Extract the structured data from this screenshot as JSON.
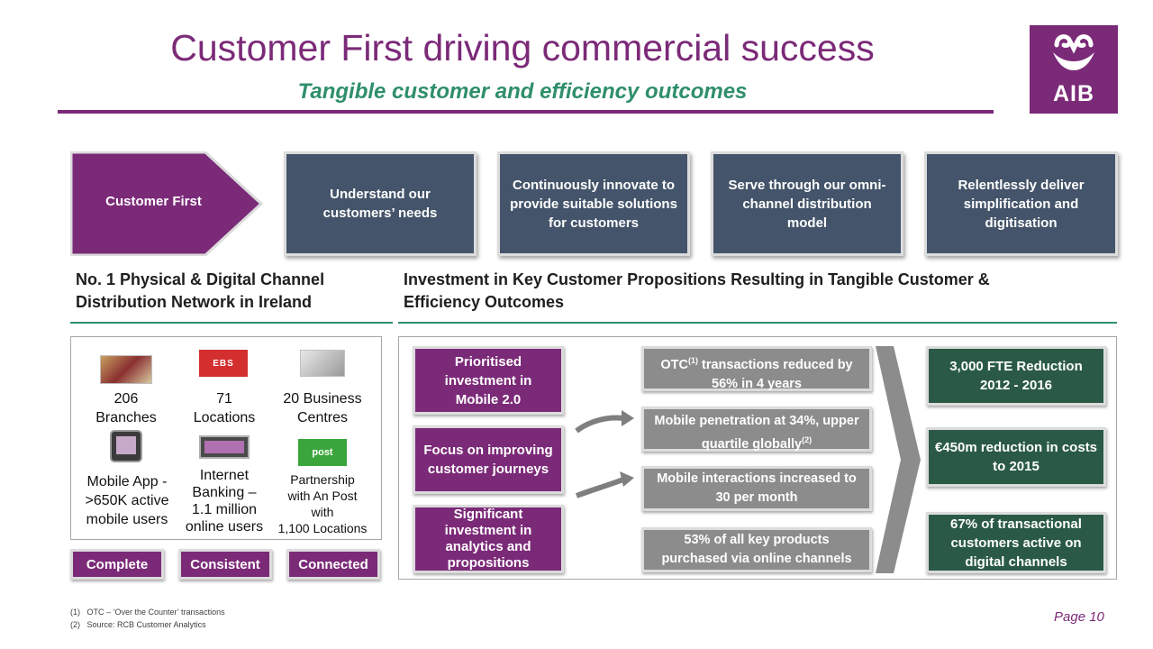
{
  "header": {
    "title": "Customer First driving commercial success",
    "subtitle": "Tangible customer and efficiency outcomes",
    "logo_text": "AIB"
  },
  "steps": [
    {
      "label": "Customer First"
    },
    {
      "label": "Understand our customers’ needs"
    },
    {
      "label": "Continuously innovate to provide suitable solutions for customers"
    },
    {
      "label": "Serve through our omni-channel distribution model"
    },
    {
      "label": "Relentlessly deliver simplification and digitisation"
    }
  ],
  "left_section": {
    "heading_line1": "No. 1 Physical & Digital Channel",
    "heading_line2": "Distribution Network in Ireland",
    "channels": [
      {
        "line1": "206",
        "line2": "Branches"
      },
      {
        "line1": "71",
        "line2": "Locations"
      },
      {
        "line1": "20 Business",
        "line2": "Centres"
      },
      {
        "line1": "Mobile App -",
        "line2": ">650K active",
        "line3": "mobile users"
      },
      {
        "line1": "Internet",
        "line2": "Banking –",
        "line3": "1.1 million",
        "line4": "online users"
      },
      {
        "line1": "Partnership",
        "line2": "with An Post",
        "line3": "with",
        "line4": "1,100 Locations"
      }
    ],
    "icon_texts": {
      "ebs": "EBS",
      "post": "post"
    },
    "tags": [
      "Complete",
      "Consistent",
      "Connected"
    ]
  },
  "right_section": {
    "heading_line1": "Investment in Key Customer Propositions Resulting in Tangible Customer &",
    "heading_line2": "Efficiency Outcomes",
    "investments": [
      "Prioritised investment in Mobile 2.0",
      "Focus on improving customer journeys",
      "Significant investment in analytics and propositions"
    ],
    "results": {
      "otc_prefix": "OTC",
      "otc_sup": "(1)",
      "otc_rest": "transactions reduced by 56% in 4 years",
      "mobile_pen": "Mobile penetration at 34%, upper quartile globally",
      "mobile_pen_sup": "(2)",
      "mobile_int": "Mobile interactions increased to 30 per month",
      "products": "53% of all key products purchased via online channels"
    },
    "outcomes": [
      "3,000 FTE Reduction 2012 - 2016",
      "€450m reduction in costs to 2015",
      "67% of transactional customers active on digital channels"
    ]
  },
  "footnotes": [
    {
      "num": "(1)",
      "text": "OTC – ‘Over the Counter’ transactions"
    },
    {
      "num": "(2)",
      "text": "Source: RCB Customer Analytics"
    }
  ],
  "page": "Page 10",
  "colors": {
    "purple": "#7b2a78",
    "slate": "#44546a",
    "green": "#2f8f6a",
    "dark_green": "#2a5a46",
    "grey": "#8c8c8c"
  }
}
